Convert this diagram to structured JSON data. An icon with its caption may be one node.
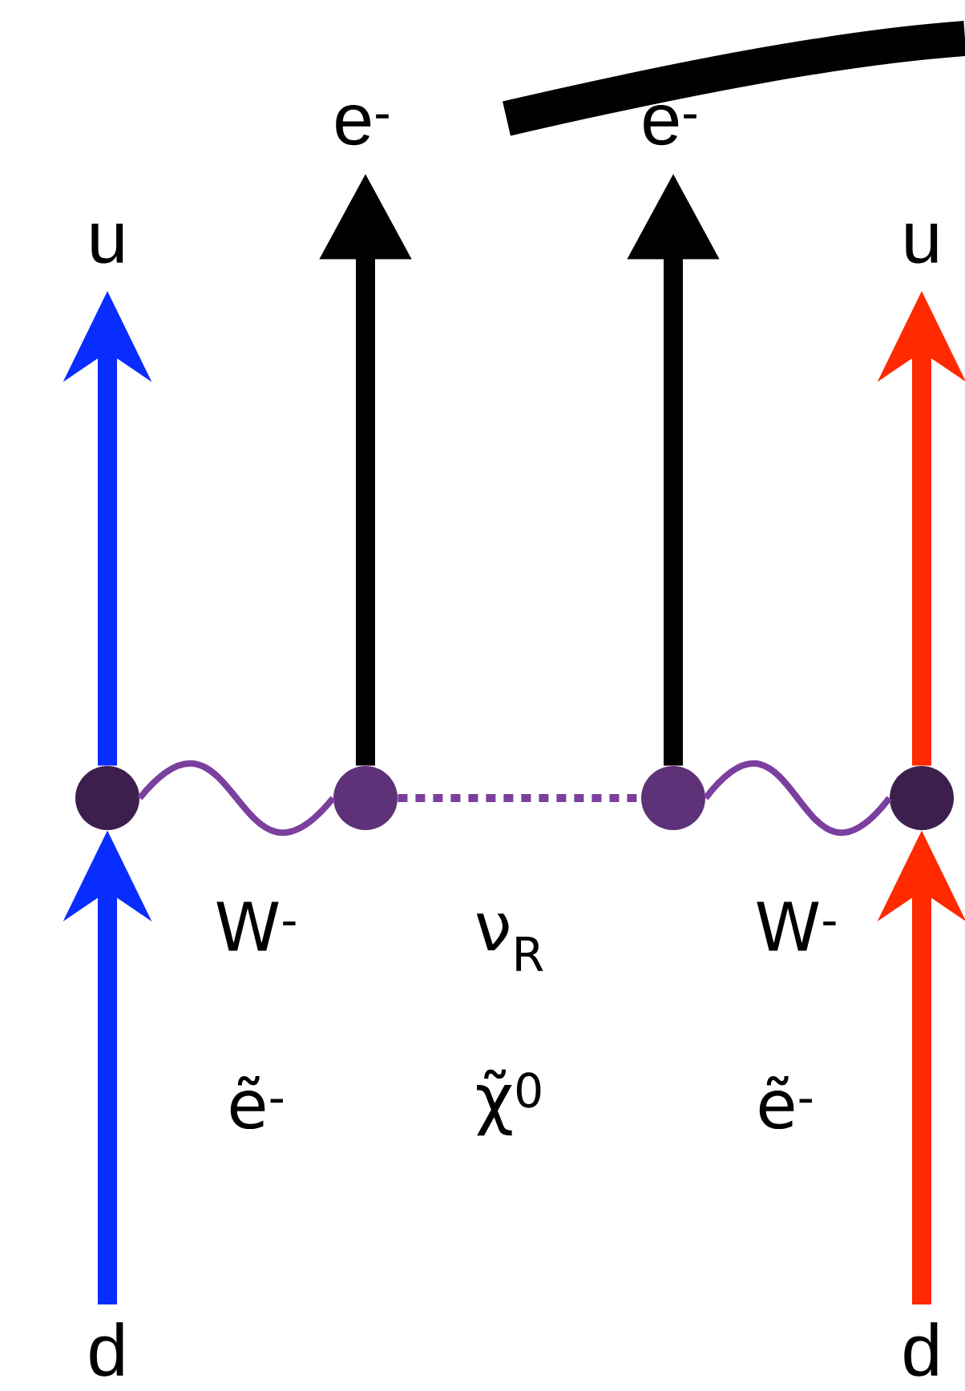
{
  "diagram": {
    "nodes": [
      {
        "text": [
          "u"
        ]
      },
      {
        "text": [
          "e$^{-}$"
        ]
      },
      {
        "text": [
          "e$^{-}$"
        ]
      },
      {
        "text": [
          "u"
        ]
      },
      {
        "text": [],
        "shape": "circle"
      },
      {
        "text": [],
        "shape": "circle"
      },
      {
        "text": [],
        "shape": "circle"
      },
      {
        "text": [],
        "shape": "circle"
      },
      {
        "text": [
          "d"
        ]
      },
      {
        "text": [
          "d"
        ]
      }
    ],
    "edges": [
      {
        "from": 8,
        "to": 4,
        "arrow": "to",
        "color": "#0a2dff"
      },
      {
        "from": 4,
        "to": 0,
        "arrow": "to",
        "color": "#0a2dff"
      },
      {
        "from": 5,
        "to": 1,
        "arrow": "to",
        "color": "#000000"
      },
      {
        "from": 6,
        "to": 2,
        "arrow": "to",
        "color": "#000000"
      },
      {
        "from": 4,
        "to": 5,
        "arrow": "none",
        "color": "#7b3f9e"
      },
      {
        "from": 5,
        "to": 6,
        "arrow": "none",
        "style": "dashed",
        "color": "#7b3f9e"
      },
      {
        "from": 6,
        "to": 7,
        "arrow": "none",
        "color": "#7b3f9e"
      },
      {
        "from": 9,
        "to": 7,
        "arrow": "to",
        "color": "#ff2a00"
      },
      {
        "from": 7,
        "to": 3,
        "arrow": "to",
        "color": "#ff2a00"
      }
    ],
    "labels": [
      "W$^{-}$",
      "ν$_{R}$",
      "W$^{-}$",
      "ẽ$^{-}$",
      "χ̃$^{0}$",
      "ẽ$^{-}$"
    ]
  }
}
